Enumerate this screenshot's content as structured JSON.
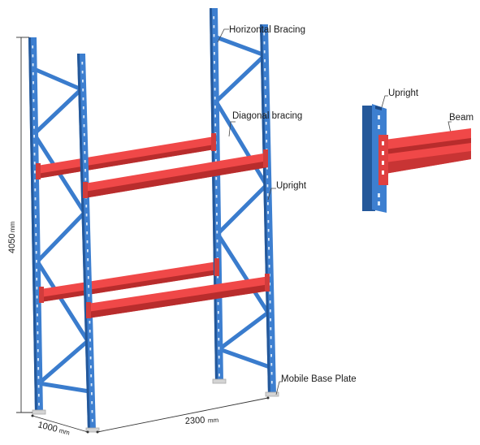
{
  "labels": {
    "horizontal_bracing": "Horizontal Bracing",
    "diagonal_bracing": "Diagonal bracing",
    "upright_main": "Upright",
    "mobile_base_plate": "Mobile Base Plate",
    "upright_detail": "Upright",
    "beam_detail": "Beam"
  },
  "dimensions": {
    "height": {
      "value": "4050",
      "unit": "mm"
    },
    "depth": {
      "value": "1000",
      "unit": "mm"
    },
    "width": {
      "value": "2300",
      "unit": "mm"
    }
  },
  "colors": {
    "upright": "#3d7fd0",
    "upright_dark": "#24589a",
    "beam": "#f04848",
    "beam_dark": "#b82c2c",
    "bracing": "#3a7ccd",
    "base_plate": "#d4d4d4"
  }
}
